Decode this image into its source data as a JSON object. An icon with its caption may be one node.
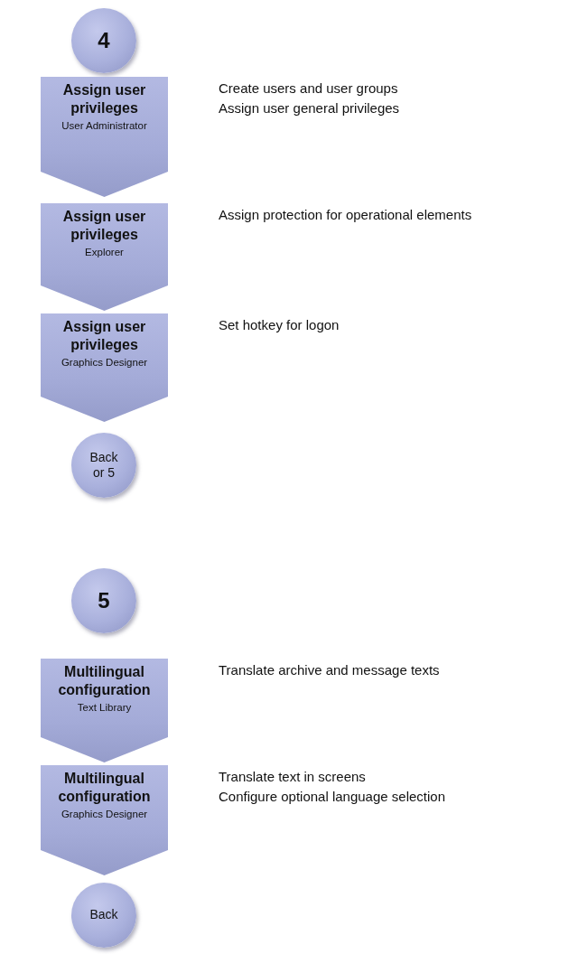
{
  "diagram": {
    "nodes": [
      {
        "text": [
          "4"
        ]
      },
      {
        "text": [
          "Assign user privileges",
          "User Administrator"
        ],
        "beside": [
          "Create users and user groups",
          "Assign user general privileges"
        ]
      },
      {
        "text": [
          "Assign user privileges",
          "Explorer"
        ],
        "beside": [
          "Assign protection for operational elements"
        ]
      },
      {
        "text": [
          "Assign user privileges",
          "Graphics Designer"
        ],
        "beside": [
          "Set hotkey for logon"
        ]
      },
      {
        "text": [
          "Back or 5"
        ]
      },
      {
        "text": [
          "5"
        ]
      },
      {
        "text": [
          "Multilingual configuration",
          "Text Library"
        ],
        "beside": [
          "Translate archive and message texts"
        ]
      },
      {
        "text": [
          "Multilingual configuration",
          "Graphics Designer"
        ],
        "beside": [
          "Translate text in screens",
          "Configure optional language selection"
        ]
      },
      {
        "text": [
          "Back"
        ]
      }
    ]
  }
}
